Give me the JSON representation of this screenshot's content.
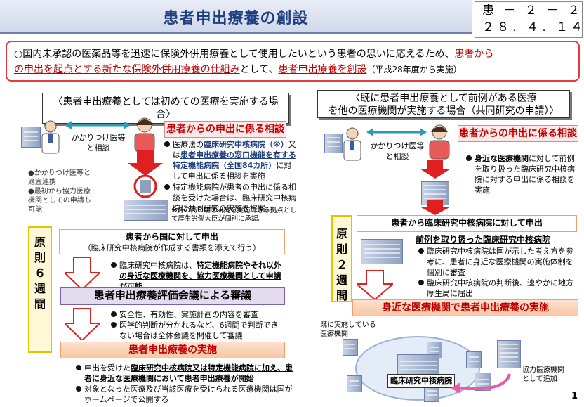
{
  "title": "患者申出療養の創設",
  "doc_number": {
    "line1": "患 － ２ － ２",
    "line2": "２８．４．１４"
  },
  "intro": {
    "prefix": "○国内未承認の医薬品等を迅速に保険外併用療養として使用したいという患者の思いに応えるため、",
    "red1": "患者から",
    "red2": "の申出を起点とする新たな保険外併用療養の仕組み",
    "mid": "として、",
    "red3": "患者申出療養を創設",
    "suffix": "（平成28年度から実施）"
  },
  "left": {
    "heading": "〈患者申出療養としては初めての医療を実施する場合〉",
    "arrow_label": "かかりつけ医等\nと相談",
    "side_notes": [
      "●かかりつけ医等と",
      "適宜連携",
      "●最初から協力医療",
      "機関としての申請も",
      "可能"
    ],
    "consult_box": "患者からの申出に係る相談",
    "consult_bullets": [
      {
        "pre": "医療法の",
        "u1": "臨床研究中核病院（※）",
        "mid": "又は",
        "u2": "患者申出療養の窓口機能を有する特定機能病院（全国84カ所）",
        "post": "に対して申出に係る相談を実施"
      },
      {
        "text": "特定機能病院が患者の申出に係る相談を受けた場合は、臨床研究中核病院に共同研究の実施を提案。"
      }
    ],
    "note": "※質の高い臨床研究を実施できる拠点として厚生労働大臣が個別に承認。",
    "apply_box": [
      "患者から国に対して申出",
      "（臨床研究中核病院が作成する書類を添えて行う）"
    ],
    "apply_bullet": {
      "pre": "臨床研究中核病院は、",
      "u": "特定機能病院やそれ以外の身近な医療機関を、協力医療機関として申請が可能"
    },
    "review_box": "患者申出療養評価会議による審議",
    "review_bullets": [
      "安全性、有効性、実施計画の内容を審査",
      "医学的判断が分かれるなど、6週間で判断できない場合は全体会議を開催して審議"
    ],
    "vertical_label": [
      "原",
      "則",
      "６",
      "週",
      "間"
    ],
    "impl_box": "患者申出療養の実施",
    "impl_bullets": [
      {
        "pre": "申出を受けた",
        "u": "臨床研究中核病院又は特定機能病院に加え、患者に身近な医療機関において患者申出療養が開始"
      },
      {
        "text": "対象となった医療及び当該医療を受けられる医療機関は国がホームページで公開する"
      }
    ]
  },
  "right": {
    "heading": [
      "〈既に患者申出療養として前例がある医療",
      "を他の医療機関が実施する場合（共同研究の申請）〉"
    ],
    "arrow_label": "かかりつけ医等\nと相談",
    "consult_box": "患者からの申出に係る相談",
    "consult_bullet": {
      "u": "身近な医療機関",
      "post": "に対して前例を取り扱った臨床研究中核病院に対する申出に係る相談を実施"
    },
    "apply_box": "患者から臨床研究中核病院に対して申出",
    "sub_title": "前例を取り扱った臨床研究中核病院",
    "sub_bullets": [
      "臨床研究中核病院は国が示した考え方を参考に、患者に身近な医療機関の実施体制を個別に審査",
      "臨床研究中核病院の判断後、速やかに地方厚生局に届出"
    ],
    "vertical_label": [
      "原",
      "則",
      "２",
      "週",
      "間"
    ],
    "impl_box": "身近な医療機関で患者申出療養の実施",
    "existing_label": [
      "既に実施している",
      "医療機関"
    ],
    "center_label": "臨床研究中核病院",
    "added_label": [
      "協力医療機関",
      "として追加"
    ]
  },
  "page_number": "1"
}
